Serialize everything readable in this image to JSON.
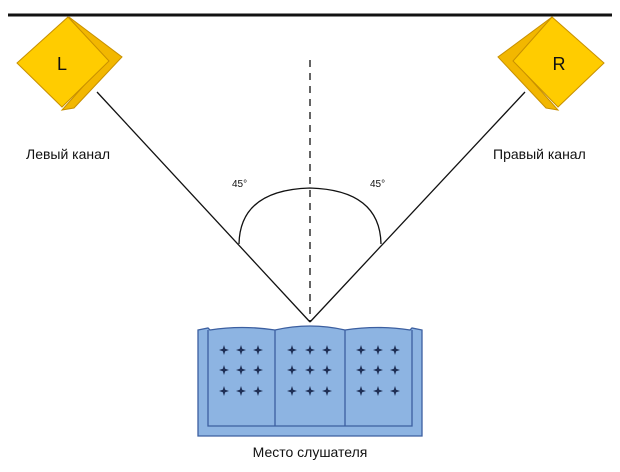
{
  "speakers": {
    "left": {
      "letter": "L",
      "caption": "Левый канал"
    },
    "right": {
      "letter": "R",
      "caption": "Правый канал"
    }
  },
  "angles": {
    "left": "45°",
    "right": "45°"
  },
  "listener": {
    "caption": "Место слушателя"
  },
  "colors": {
    "speaker_front": "#FFCC00",
    "speaker_side": "#F2B700",
    "speaker_stroke": "#C89000",
    "sofa_fill": "#8DB4E2",
    "sofa_stroke": "#3C5FA0",
    "star": "#1F2F55",
    "line": "#111111"
  }
}
